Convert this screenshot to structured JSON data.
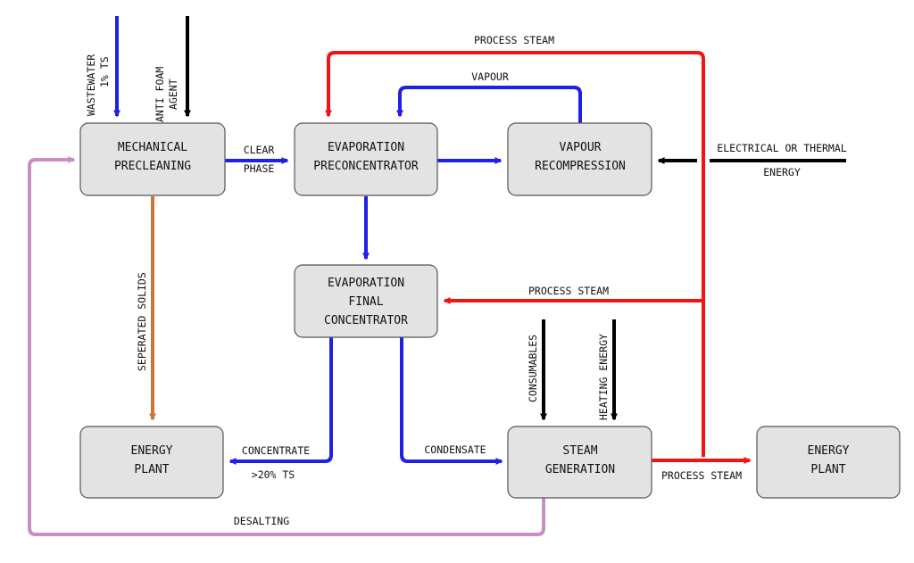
{
  "colors": {
    "blue": "#1f1fe6",
    "red": "#f01414",
    "black": "#000000",
    "brown": "#c8773a",
    "pink": "#c98fc3",
    "box_fill": "#e3e3e3"
  },
  "boxes": {
    "mech_precleaning": [
      "MECHANICAL",
      "PRECLEANING"
    ],
    "evap_preconcentrator": [
      "EVAPORATION",
      "PRECONCENTRATOR"
    ],
    "vapour_recompression": [
      "VAPOUR",
      "RECOMPRESSION"
    ],
    "evap_final_concentrator": [
      "EVAPORATION",
      "FINAL",
      "CONCENTRATOR"
    ],
    "energy_plant_left": [
      "ENERGY",
      "PLANT"
    ],
    "steam_generation": [
      "STEAM",
      "GENERATION"
    ],
    "energy_plant_right": [
      "ENERGY",
      "PLANT"
    ]
  },
  "labels": {
    "wastewater": [
      "WASTEWATER",
      "1% TS"
    ],
    "anti_foam": [
      "ANTI FOAM",
      "AGENT"
    ],
    "clear_phase": [
      "CLEAR",
      "PHASE"
    ],
    "process_steam_top": "PROCESS STEAM",
    "vapour": "VAPOUR",
    "electrical_energy": [
      "ELECTRICAL OR THERMAL",
      "ENERGY"
    ],
    "process_steam_mid": "PROCESS STEAM",
    "separated_solids": "SEPERATED SOLIDS",
    "consumables": "CONSUMABLES",
    "heating_energy": "HEATING ENERGY",
    "concentrate": [
      "CONCENTRATE",
      ">20% TS"
    ],
    "condensate": "CONDENSATE",
    "process_steam_bottom": "PROCESS STEAM",
    "desalting": "DESALTING"
  }
}
